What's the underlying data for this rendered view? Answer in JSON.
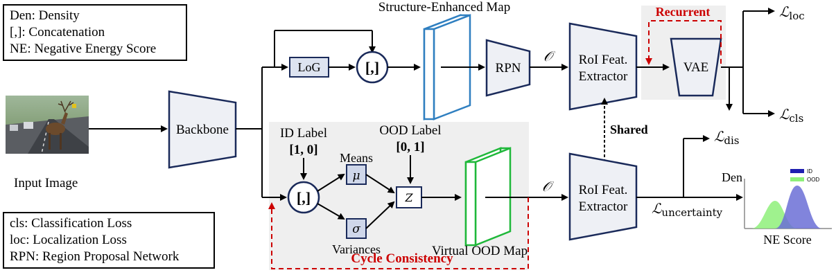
{
  "legend_top": {
    "lines": [
      "Den: Density",
      "[,]: Concatenation",
      "NE: Negative Energy Score"
    ]
  },
  "legend_bottom": {
    "lines": [
      "cls: Classification Loss",
      "loc: Localization Loss",
      "RPN: Region Proposal Network"
    ]
  },
  "input": {
    "caption": "Input Image"
  },
  "backbone": {
    "label": "Backbone"
  },
  "top_branch": {
    "log_label": "LoG",
    "concat_label": "[,]",
    "map_label": "Structure-Enhanced Map",
    "rpn_label": "RPN",
    "proposal_symbol": "𝒪",
    "roi_line1": "RoI Feat.",
    "roi_line2": "Extractor",
    "vae_label": "VAE",
    "recurrent_label": "Recurrent",
    "loss_loc_main": "ℒ",
    "loss_loc_sub": "loc",
    "loss_cls_main": "ℒ",
    "loss_cls_sub": "cls",
    "loss_dis_main": "ℒ",
    "loss_dis_sub": "dis"
  },
  "shared_label": "Shared",
  "bottom_branch": {
    "id_label_line1": "ID Label",
    "id_label_line2": "[1, 0]",
    "ood_label_line1": "OOD Label",
    "ood_label_line2": "[0, 1]",
    "concat_label": "[,]",
    "means_label": "Means",
    "mu_symbol": "μ",
    "variances_label": "Variances",
    "sigma_symbol": "σ",
    "z_symbol": "Z",
    "virtual_map_label": "Virtual OOD Map",
    "proposal_symbol": "𝒪",
    "roi_line1": "RoI Feat.",
    "roi_line2": "Extractor",
    "cycle_label": "Cycle Consistency",
    "loss_unc_main": "ℒ",
    "loss_unc_sub": "uncertainty"
  },
  "score_plot": {
    "ylabel": "Den",
    "xlabel": "NE Score",
    "legend": [
      {
        "name": "ID",
        "color": "#1f1fb0"
      },
      {
        "name": "OOD",
        "color": "#8ef07a"
      }
    ]
  },
  "colors": {
    "module_fill": "#eef0f5",
    "module_stroke": "#1a2a5a",
    "map_blue": "#2f7fc0",
    "map_green": "#1fb83a",
    "accent_red": "#cc0000",
    "panel_gray": "#efefef"
  }
}
